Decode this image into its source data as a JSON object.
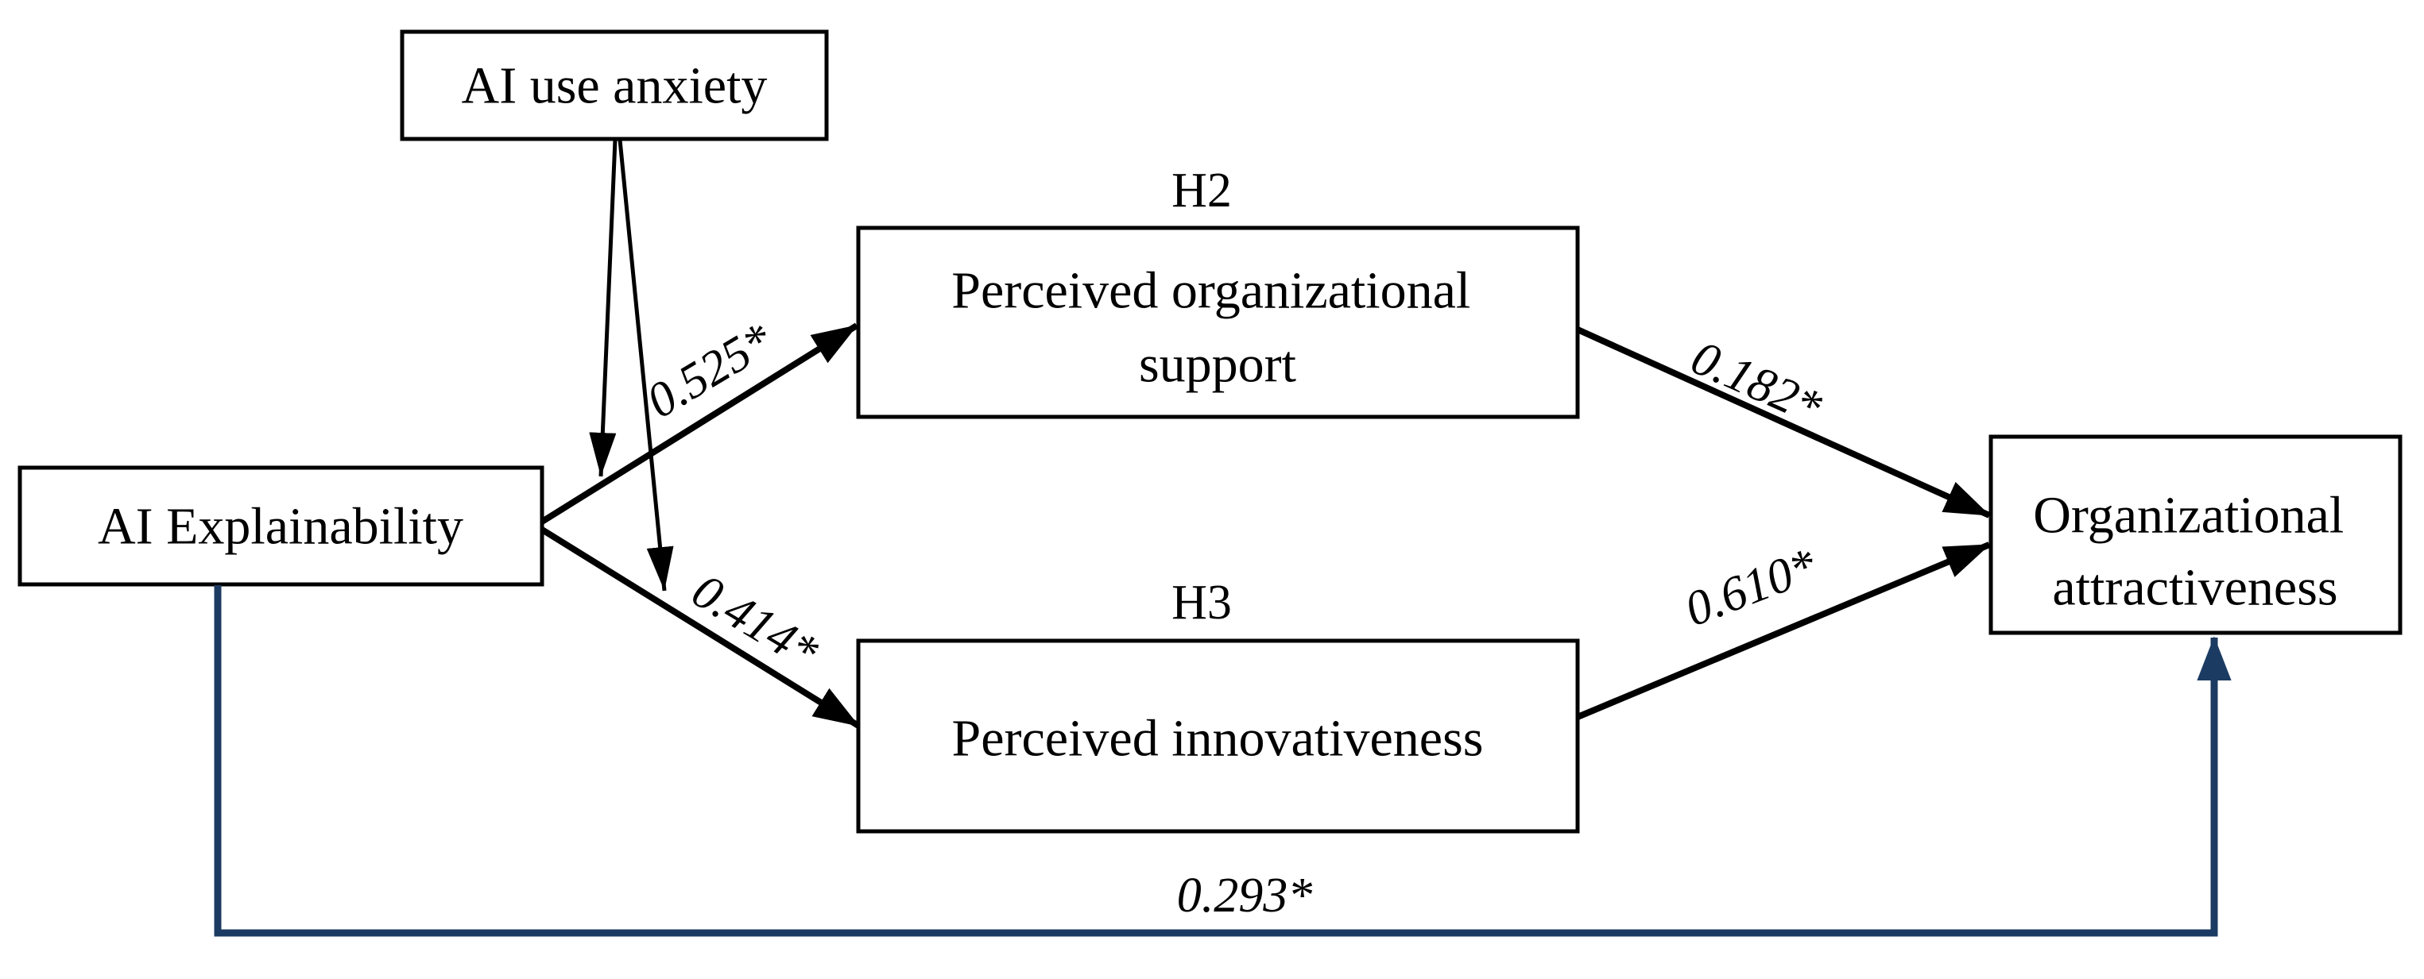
{
  "figure": {
    "type": "structural-path-diagram",
    "nodes": {
      "ai_use_anxiety": {
        "label": "AI use anxiety"
      },
      "ai_explainability": {
        "label": "AI Explainability"
      },
      "perceived_organizational_support": {
        "label": "Perceived organizational support",
        "lines": [
          "Perceived organizational",
          "support"
        ],
        "hypothesis_tag": "H2"
      },
      "perceived_innovativeness": {
        "label": "Perceived innovativeness",
        "lines": [
          "Perceived innovativeness"
        ],
        "hypothesis_tag": "H3"
      },
      "organizational_attractiveness": {
        "label": "Organizational attractiveness",
        "lines": [
          "Organizational",
          "attractiveness"
        ]
      }
    },
    "paths": {
      "explainability_to_support": {
        "from": "AI Explainability",
        "to": "Perceived organizational support",
        "coefficient": "0.525*"
      },
      "explainability_to_innovativeness": {
        "from": "AI Explainability",
        "to": "Perceived innovativeness",
        "coefficient": "0.414*"
      },
      "support_to_attractiveness": {
        "from": "Perceived organizational support",
        "to": "Organizational attractiveness",
        "coefficient": "0.182*"
      },
      "innovativeness_to_attractiveness": {
        "from": "Perceived innovativeness",
        "to": "Organizational attractiveness",
        "coefficient": "0.610*"
      },
      "explainability_to_attractiveness_direct": {
        "from": "AI Explainability",
        "to": "Organizational attractiveness",
        "coefficient": "0.293*"
      },
      "anxiety_moderates_support_path": {
        "from": "AI use anxiety",
        "to": "explainability-to-support path"
      },
      "anxiety_moderates_innovativeness_path": {
        "from": "AI use anxiety",
        "to": "explainability-to-innovativeness path"
      }
    },
    "colors": {
      "node_border": "#000000",
      "path_arrow": "#000000",
      "direct_effect_arrow": "#1c3b62",
      "background": "#ffffff"
    }
  }
}
